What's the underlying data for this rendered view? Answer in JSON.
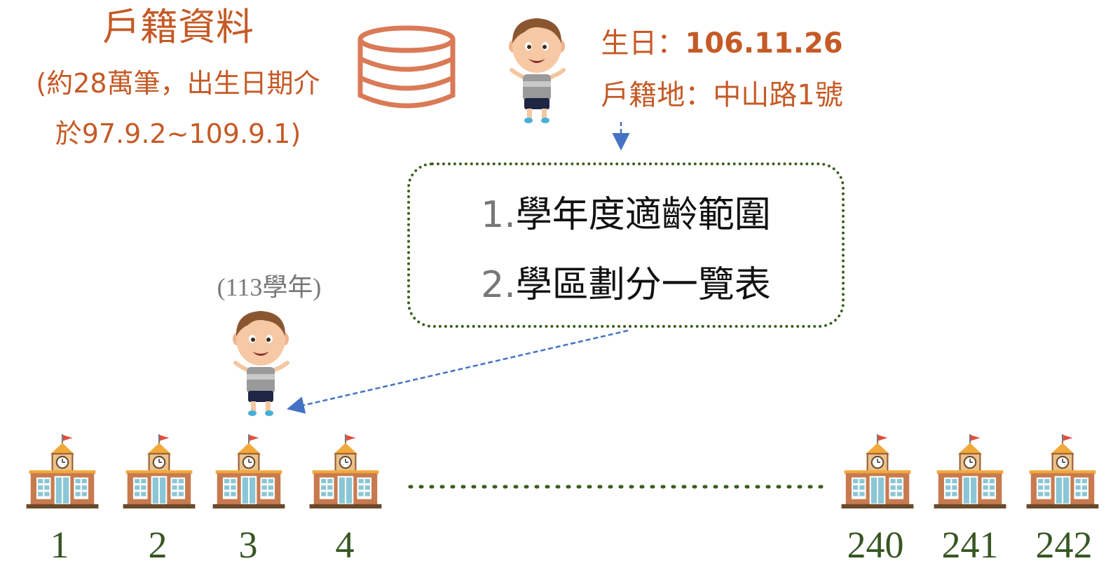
{
  "registry": {
    "title": "戶籍資料",
    "note_line1": "(約28萬筆，出生日期介",
    "note_line2": "於97.9.2~109.9.1)",
    "database_icon": "database-icon"
  },
  "child": {
    "birthday_label": "生日：",
    "birthday_value": "106.11.26",
    "address_label": "戶籍地：",
    "address_value": "中山路1號",
    "icon": "child-icon"
  },
  "process": {
    "item1_num": "1.",
    "item1_text": "學年度適齡範圍",
    "item2_num": "2.",
    "item2_text": "學區劃分一覽表"
  },
  "school_year": "(113學年)",
  "schools": [
    {
      "number": "1"
    },
    {
      "number": "2"
    },
    {
      "number": "3"
    },
    {
      "number": "4"
    },
    {
      "number": "240"
    },
    {
      "number": "241"
    },
    {
      "number": "242"
    }
  ],
  "school_icon": "school-building-icon",
  "colors": {
    "accent_orange": "#c55a26",
    "dotted_green": "#3b5e1d",
    "number_green": "#375623",
    "arrow_blue": "#4472c4",
    "muted_gray": "#777777"
  }
}
